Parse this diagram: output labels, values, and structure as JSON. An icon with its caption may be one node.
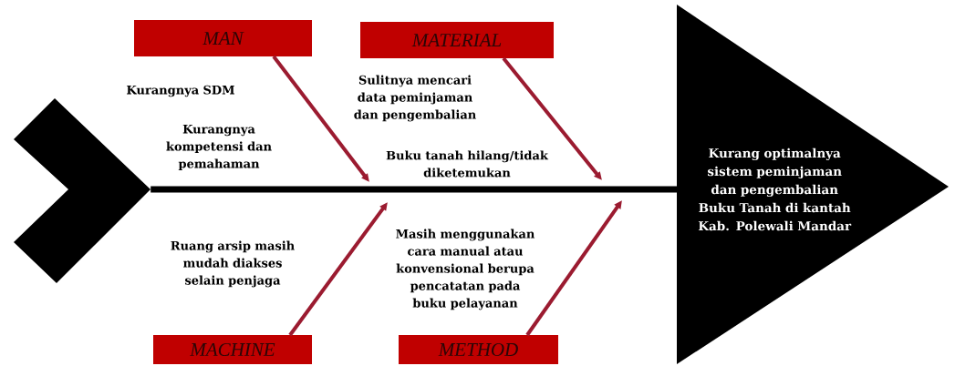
{
  "diagram": {
    "nodes": [
      {
        "text": [
          "MAN"
        ]
      },
      {
        "text": [
          "MATERIAL"
        ]
      },
      {
        "text": [],
        "shape": "chevron"
      },
      {
        "text": [
          "Kurang optimalnya sistem peminjaman dan pengembalian Buku Tanah di kantah Kab. Polewali Mandar"
        ]
      },
      {
        "text": [
          "MACHINE"
        ]
      },
      {
        "text": [
          "METHOD"
        ]
      }
    ],
    "edges": [
      {
        "from": 0,
        "to": null,
        "arrow": "to"
      },
      {
        "from": 1,
        "to": null,
        "arrow": "to"
      },
      {
        "from": 4,
        "to": null,
        "arrow": "to"
      },
      {
        "from": 5,
        "to": null,
        "arrow": "to"
      },
      {
        "from": 2,
        "to": 3,
        "arrow": "none",
        "color": "#000000"
      }
    ],
    "labels": [
      "Kurangnya SDM",
      "Kurangnya kompetensi dan pemahaman",
      "Sulitnya mencari data peminjaman dan pengembalian",
      "Buku tanah hilang/tidak diketemukan",
      "Ruang arsip masih mudah diakses selain penjaga",
      "Masih menggunakan cara manual atau konvensional berupa pencatatan pada buku pelayanan"
    ]
  }
}
